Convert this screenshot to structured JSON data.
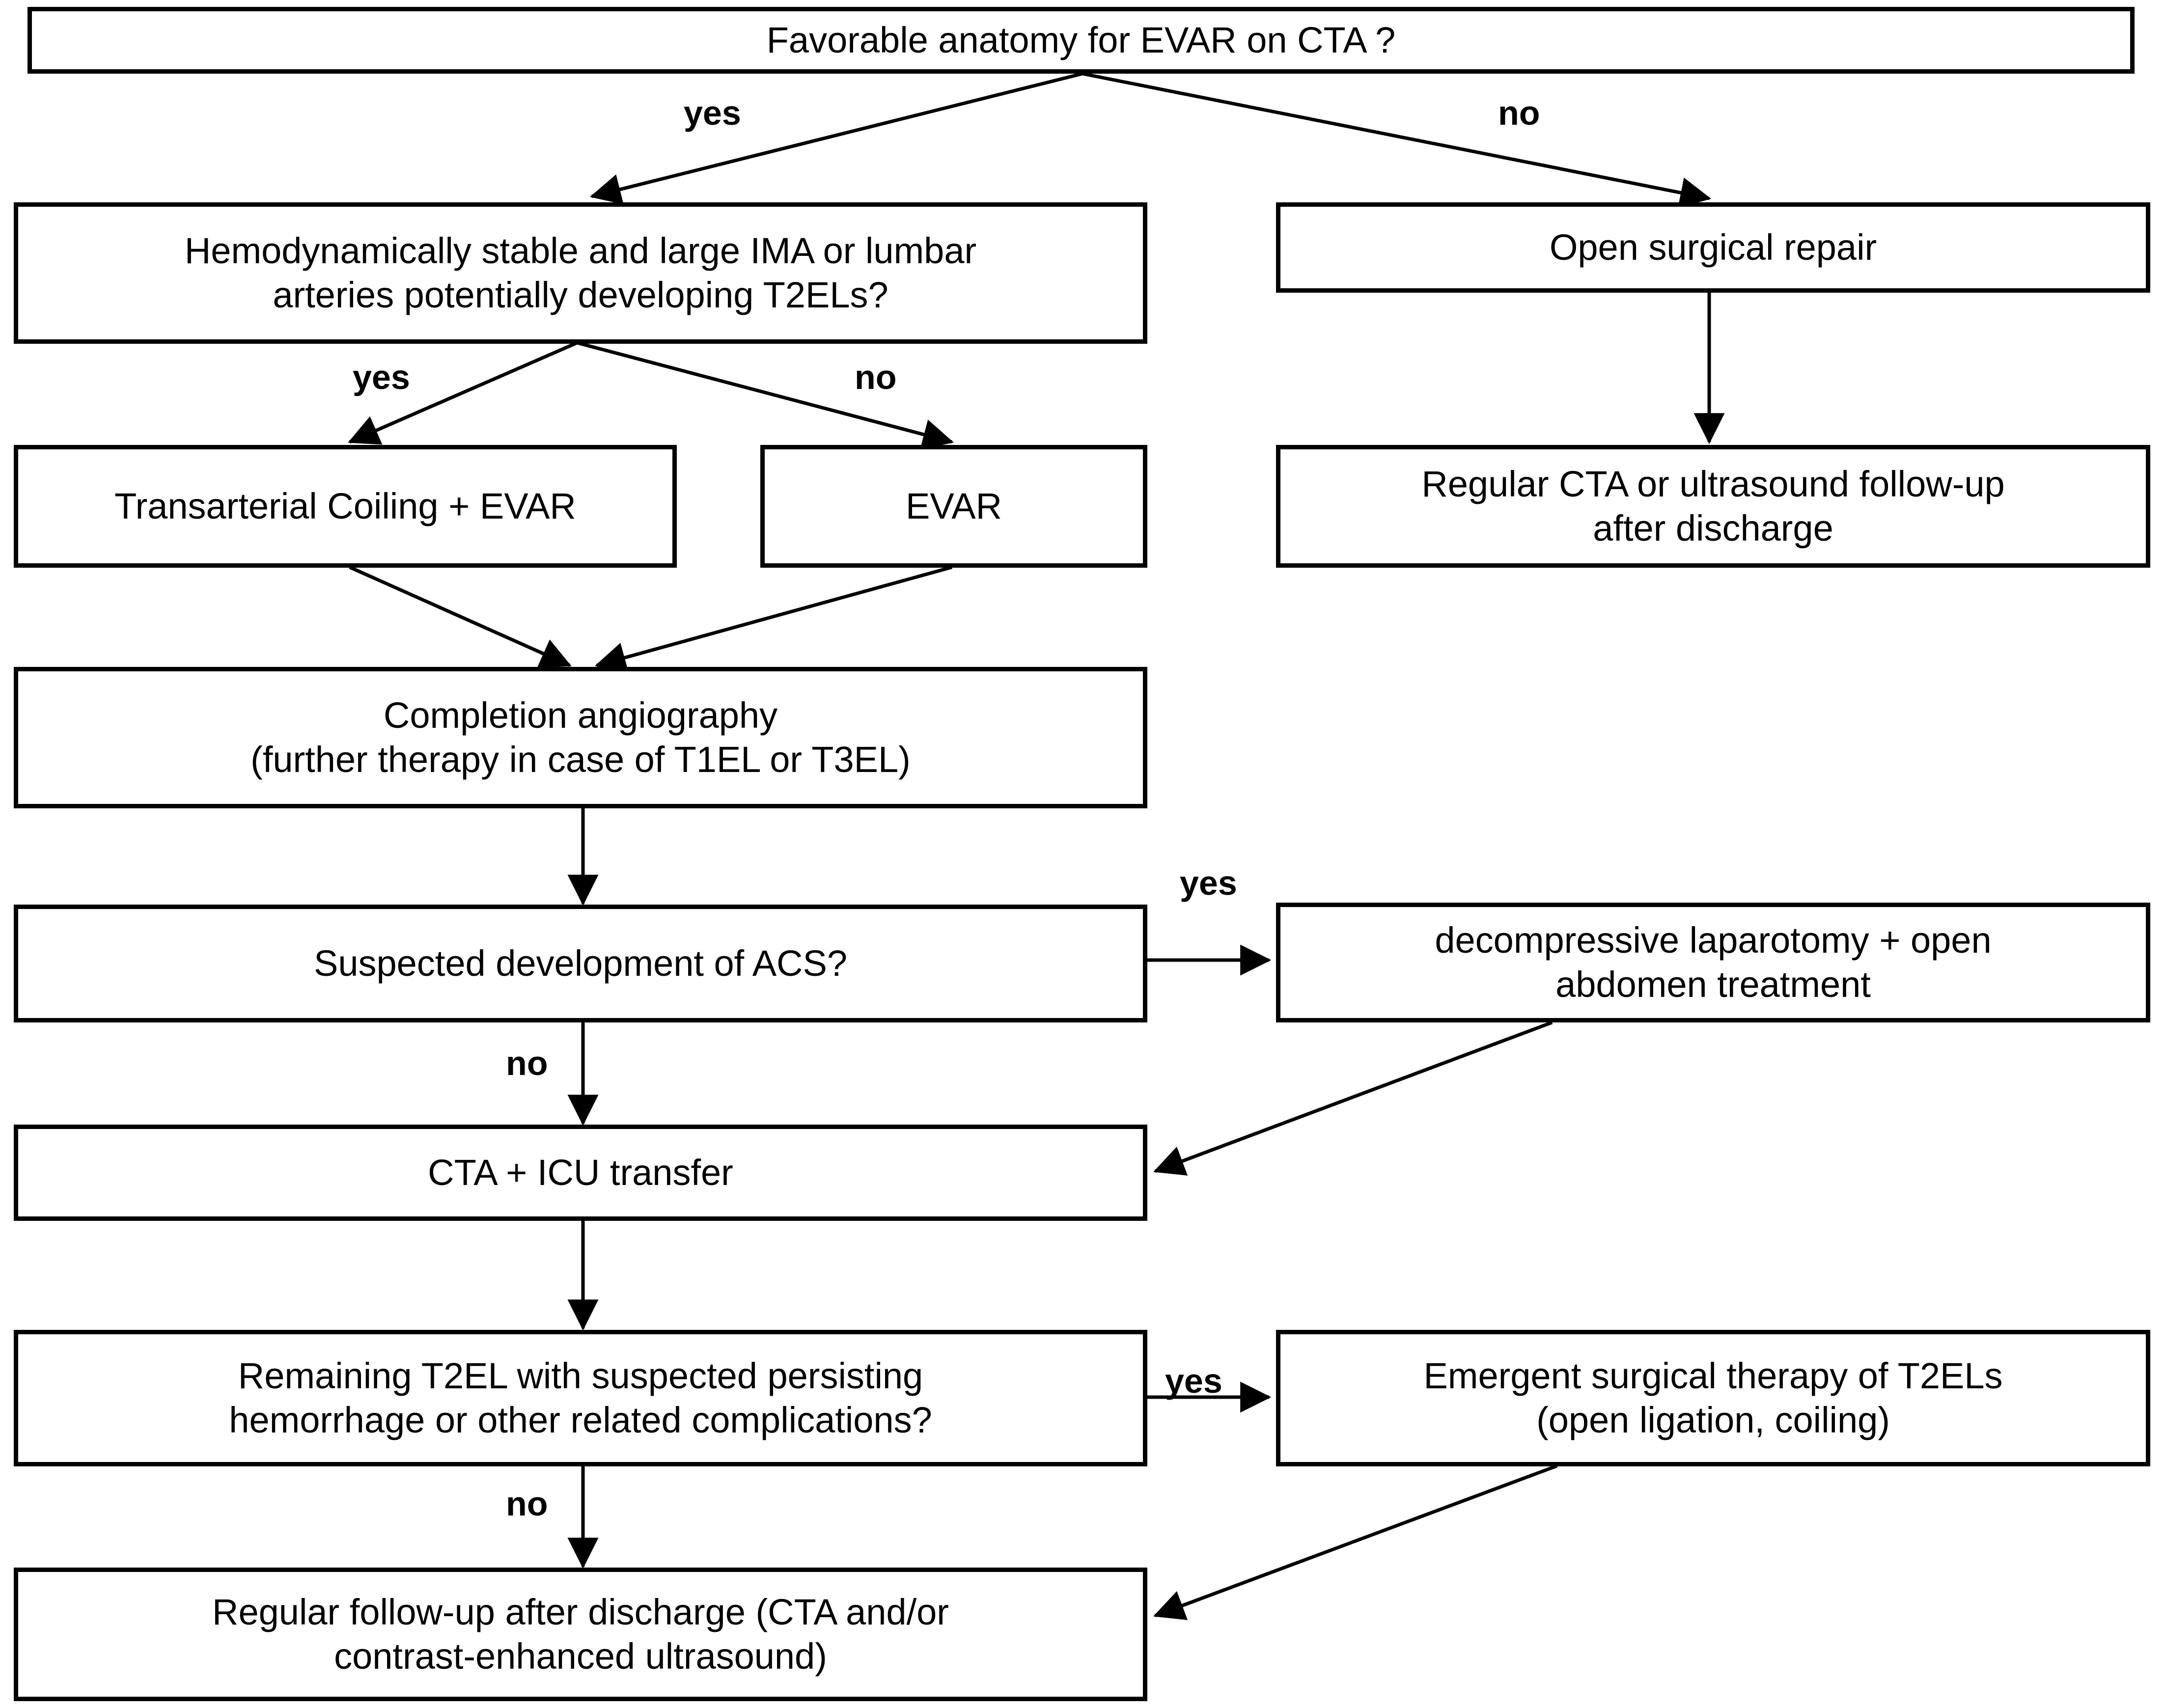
{
  "diagram": {
    "title": "EVAR / ruptured abdominal aortic aneurysm management algorithm",
    "stroke_color": "#000000",
    "fill_color": "#ffffff",
    "nodes": [
      {
        "id": "favorable-anatomy",
        "label": "Favorable anatomy for EVAR on CTA ?",
        "kind": "decision"
      },
      {
        "id": "hemodynamically-stable",
        "label": "Hemodynamically stable and large IMA or lumbar\narteries potentially developing T2ELs?",
        "kind": "decision"
      },
      {
        "id": "open-surgical-repair",
        "label": "Open surgical repair",
        "kind": "process"
      },
      {
        "id": "transarterial-coiling-evar",
        "label": "Transarterial Coiling + EVAR",
        "kind": "process"
      },
      {
        "id": "evar",
        "label": "EVAR",
        "kind": "process"
      },
      {
        "id": "regular-cta-ultrasound-followup",
        "label": "Regular CTA or ultrasound follow-up\nafter discharge",
        "kind": "process"
      },
      {
        "id": "completion-angiography",
        "label": "Completion angiography\n(further therapy in case of T1EL or T3EL)",
        "kind": "process"
      },
      {
        "id": "suspected-acs",
        "label": "Suspected development of ACS?",
        "kind": "decision"
      },
      {
        "id": "decompressive-laparotomy",
        "label": "decompressive laparotomy + open\nabdomen treatment",
        "kind": "process"
      },
      {
        "id": "cta-icu-transfer",
        "label": "CTA + ICU transfer",
        "kind": "process"
      },
      {
        "id": "remaining-t2el",
        "label": "Remaining T2EL with suspected persisting\nhemorrhage or other related complications?",
        "kind": "decision"
      },
      {
        "id": "emergent-surgical-therapy",
        "label": "Emergent surgical therapy of T2ELs\n(open ligation, coiling)",
        "kind": "process"
      },
      {
        "id": "regular-followup-discharge",
        "label": "Regular follow-up after discharge (CTA and/or\ncontrast-enhanced ultrasound)",
        "kind": "process"
      }
    ],
    "edge_labels": [
      {
        "id": "yes-anatomy",
        "text": "yes"
      },
      {
        "id": "no-anatomy",
        "text": "no"
      },
      {
        "id": "yes-hemodynamic",
        "text": "yes"
      },
      {
        "id": "no-hemodynamic",
        "text": "no"
      },
      {
        "id": "yes-acs",
        "text": "yes"
      },
      {
        "id": "no-acs",
        "text": "no"
      },
      {
        "id": "yes-t2el",
        "text": "yes"
      },
      {
        "id": "no-t2el",
        "text": "no"
      }
    ],
    "edges": [
      {
        "from": "favorable-anatomy",
        "to": "hemodynamically-stable",
        "label": "yes"
      },
      {
        "from": "favorable-anatomy",
        "to": "open-surgical-repair",
        "label": "no"
      },
      {
        "from": "hemodynamically-stable",
        "to": "transarterial-coiling-evar",
        "label": "yes"
      },
      {
        "from": "hemodynamically-stable",
        "to": "evar",
        "label": "no"
      },
      {
        "from": "open-surgical-repair",
        "to": "regular-cta-ultrasound-followup",
        "label": ""
      },
      {
        "from": "transarterial-coiling-evar",
        "to": "completion-angiography",
        "label": ""
      },
      {
        "from": "evar",
        "to": "completion-angiography",
        "label": ""
      },
      {
        "from": "completion-angiography",
        "to": "suspected-acs",
        "label": ""
      },
      {
        "from": "suspected-acs",
        "to": "decompressive-laparotomy",
        "label": "yes"
      },
      {
        "from": "suspected-acs",
        "to": "cta-icu-transfer",
        "label": "no"
      },
      {
        "from": "decompressive-laparotomy",
        "to": "cta-icu-transfer",
        "label": ""
      },
      {
        "from": "cta-icu-transfer",
        "to": "remaining-t2el",
        "label": ""
      },
      {
        "from": "remaining-t2el",
        "to": "emergent-surgical-therapy",
        "label": "yes"
      },
      {
        "from": "remaining-t2el",
        "to": "regular-followup-discharge",
        "label": "no"
      },
      {
        "from": "emergent-surgical-therapy",
        "to": "regular-followup-discharge",
        "label": ""
      }
    ]
  }
}
